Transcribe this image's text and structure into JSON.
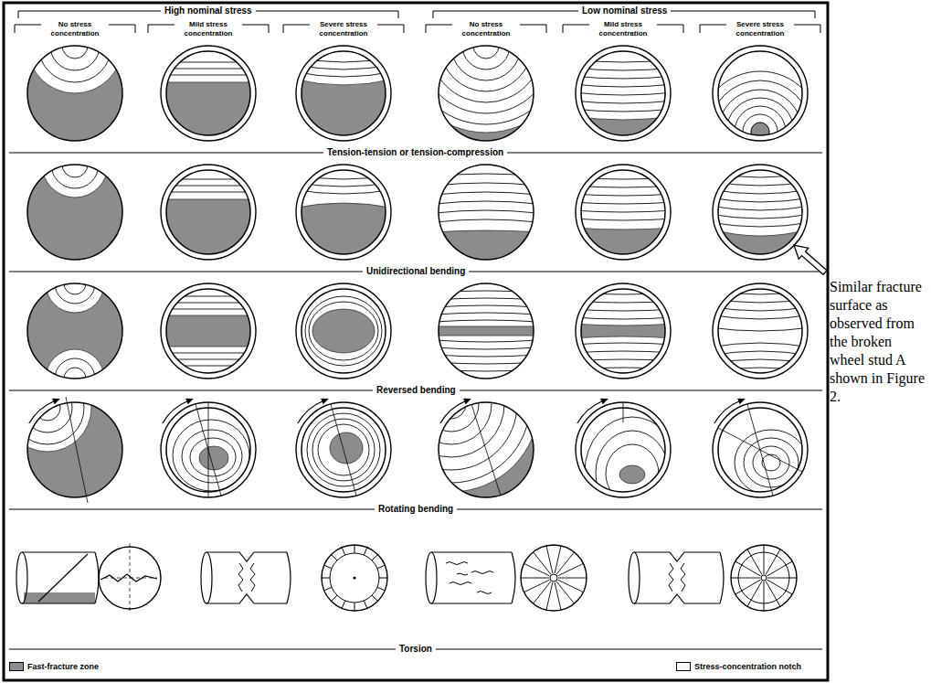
{
  "diagram": {
    "labels": [
      "High nominal stress",
      "Low nominal stress",
      "No stress concentration",
      "Mild stress concentration",
      "Severe stress concentration",
      "No stress concentration",
      "Mild stress concentration",
      "Severe stress concentration",
      "Tension-tension or tension-compression",
      "Unidirectional bending",
      "Reversed bending",
      "Rotating bending",
      "Torsion",
      "Similar fracture surface as observed from the broken wheel stud A shown in Figure 2."
    ],
    "legend": [
      {
        "text": "Fast-fracture zone",
        "color": "#8c8c8c"
      },
      {
        "text": "Stress-concentration notch",
        "color": "#ffffff"
      }
    ]
  }
}
